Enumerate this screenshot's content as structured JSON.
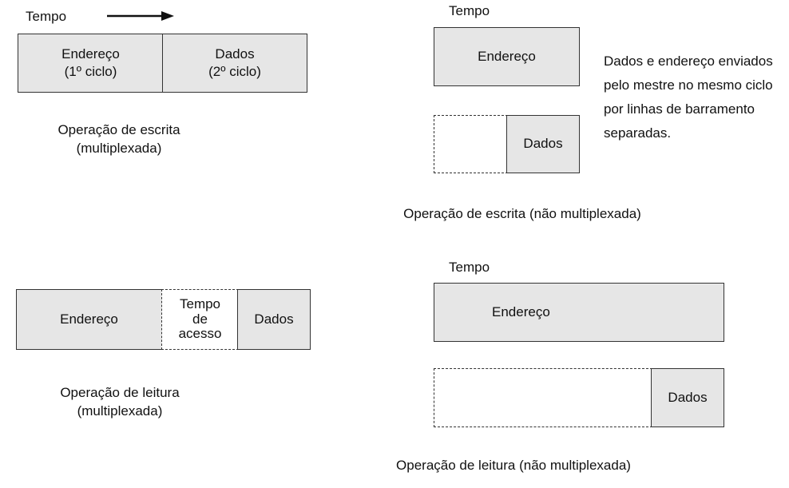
{
  "top_left": {
    "time_label": "Tempo",
    "address": {
      "line1": "Endereço",
      "line2": "(1º ciclo)"
    },
    "data": {
      "line1": "Dados",
      "line2": "(2º ciclo)"
    },
    "caption": {
      "line1": "Operação de escrita",
      "line2": "(multiplexada)"
    }
  },
  "top_right": {
    "time_label": "Tempo",
    "address": "Endereço",
    "data": "Dados",
    "note": [
      "Dados e endereço enviados",
      "pelo mestre no mesmo ciclo",
      "por linhas de barramento",
      "separadas."
    ],
    "caption": "Operação de escrita (não multiplexada)"
  },
  "bottom_left": {
    "address": "Endereço",
    "access": {
      "line1": "Tempo",
      "line2": "de",
      "line3": "acesso"
    },
    "data": "Dados",
    "caption": {
      "line1": "Operação de leitura",
      "line2": "(multiplexada)"
    }
  },
  "bottom_right": {
    "time_label": "Tempo",
    "address": "Endereço",
    "data": "Dados",
    "caption": "Operação de leitura (não multiplexada)"
  }
}
